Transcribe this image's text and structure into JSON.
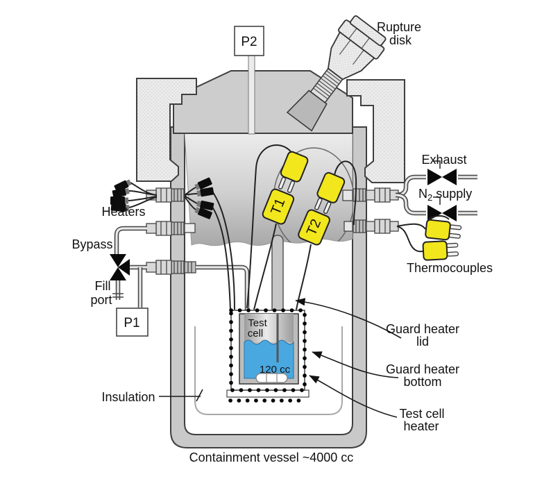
{
  "diagram": {
    "caption": "Containment vessel ~4000 cc",
    "gauges": {
      "p1": "P1",
      "p2": "P2"
    },
    "sensors": {
      "t1": "T1",
      "t2": "T2"
    },
    "labels": {
      "rupture_disk": [
        "Rupture",
        "disk"
      ],
      "exhaust": "Exhaust",
      "n2_supply": {
        "element": "N",
        "subscript": "2",
        "rest": " supply"
      },
      "heaters": "Heaters",
      "bypass": "Bypass",
      "fill_port": [
        "Fill",
        "port"
      ],
      "thermocouples": "Thermocouples",
      "test_cell": [
        "Test",
        "cell"
      ],
      "test_cell_volume": "120 cc",
      "guard_heater_lid": [
        "Guard heater",
        "lid"
      ],
      "guard_heater_bottom": [
        "Guard heater",
        "bottom"
      ],
      "test_cell_heater": [
        "Test cell",
        "heater"
      ],
      "insulation": "Insulation"
    },
    "colors": {
      "thermocouple_yellow": "#f2e71c",
      "liquid_blue": "#4aa8e0",
      "vessel_gray": "#c9c9c9",
      "collar_gray": "#ebebeb"
    }
  }
}
